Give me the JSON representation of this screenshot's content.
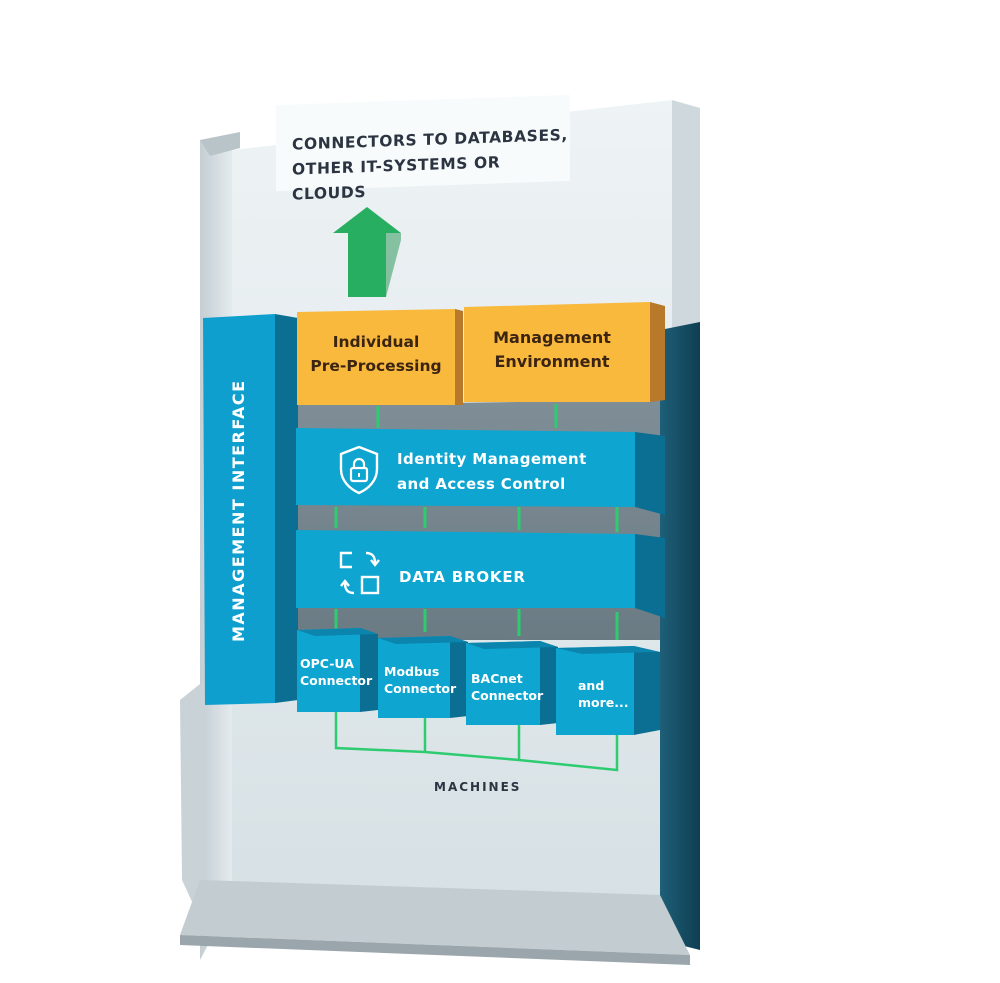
{
  "diagram": {
    "title": "CONNECTORS TO DATABASES, OTHER IT-SYSTEMS OR CLOUDS",
    "title_lines": [
      "CONNECTORS TO DATABASES,",
      "OTHER IT-SYSTEMS OR CLOUDS"
    ],
    "upward_arrow_icon": "arrow-up-icon",
    "side_panel": {
      "label": "MANAGEMENT INTERFACE"
    },
    "top_modules": [
      {
        "lines": [
          "Individual",
          "Pre-Processing"
        ]
      },
      {
        "lines": [
          "Management",
          "Environment"
        ]
      }
    ],
    "layers": [
      {
        "icon": "shield-lock-icon",
        "lines": [
          "Identity Management",
          "and Access Control"
        ]
      },
      {
        "icon": "sync-arrows-icon",
        "lines": [
          "DATA BROKER"
        ]
      }
    ],
    "connectors": [
      {
        "lines": [
          "OPC-UA",
          "Connector"
        ]
      },
      {
        "lines": [
          "Modbus",
          "Connector"
        ]
      },
      {
        "lines": [
          "BACnet",
          "Connector"
        ]
      },
      {
        "lines": [
          "and",
          "more..."
        ]
      }
    ],
    "bottom_label": "MACHINES"
  },
  "colors": {
    "yellow": "#f9b93c",
    "yellow_side": "#b87a2a",
    "blue": "#0fa0c9",
    "blue_dark": "#0b6f93",
    "navy": "#114d66",
    "green": "#27ae60",
    "wall": "#dfe7ea",
    "text_dark": "#2b3440"
  }
}
